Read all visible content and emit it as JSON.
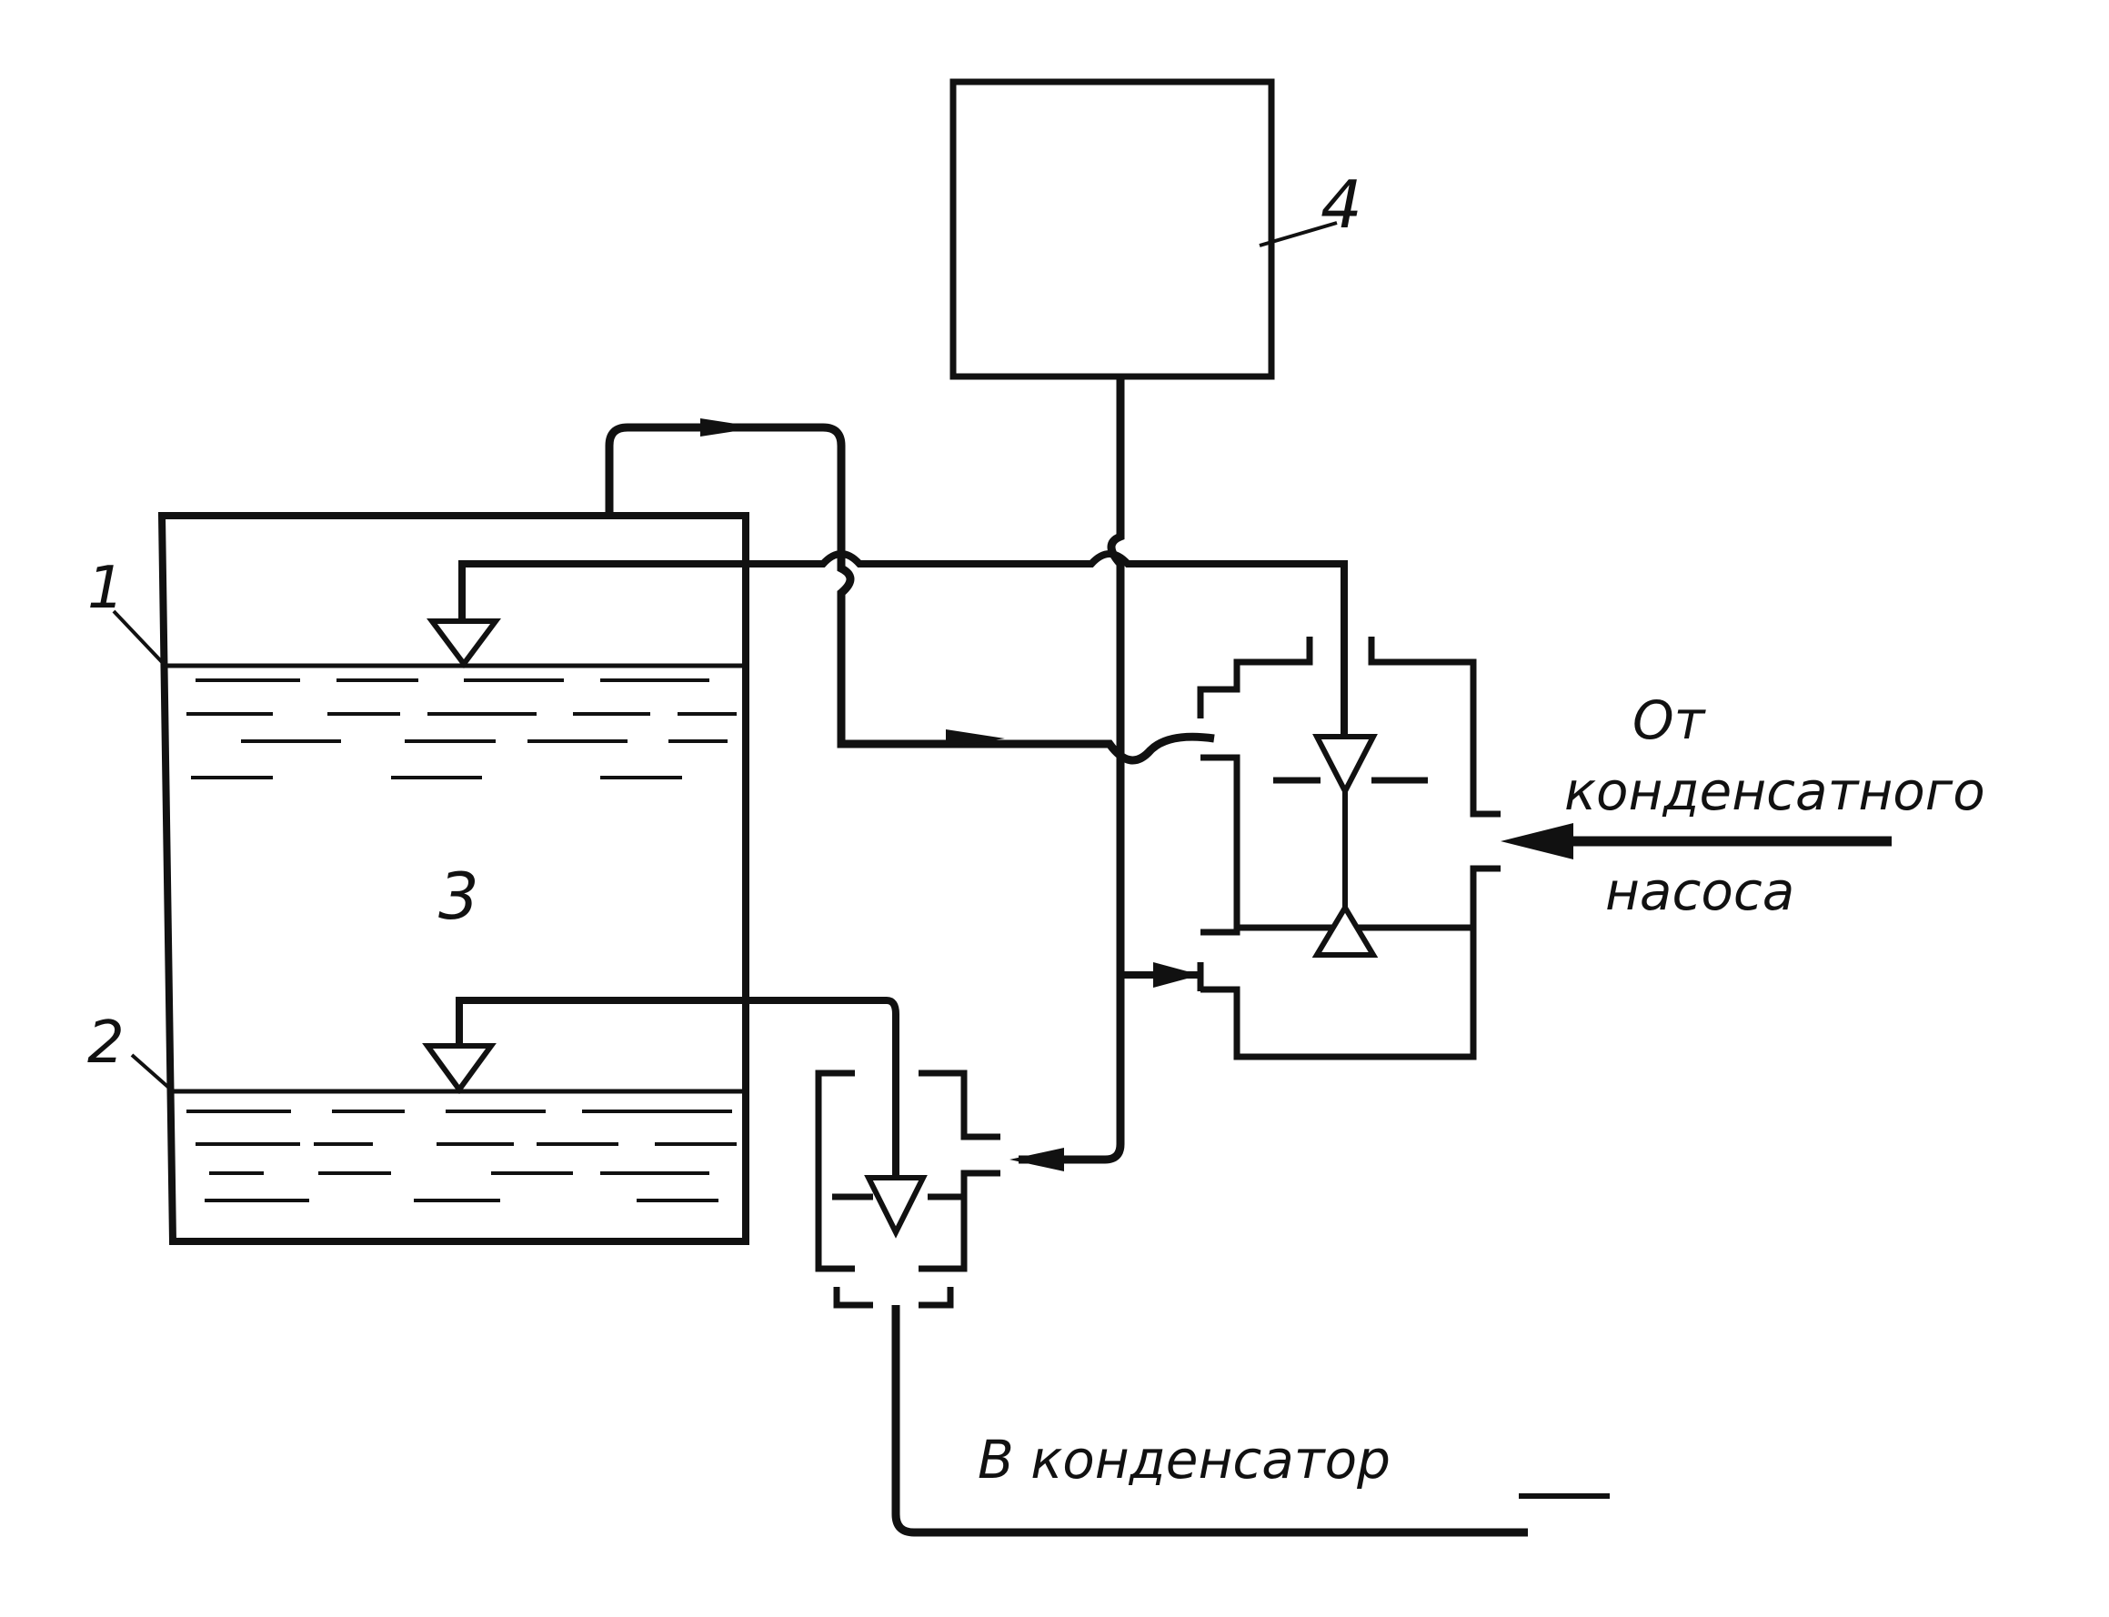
{
  "diagram": {
    "labels": {
      "tank_upper_level": "1",
      "tank_lower_level": "2",
      "tank_volume": "3",
      "controller_box": "4"
    },
    "inflow_label": {
      "line1": "От",
      "line2": "конденсатного",
      "line3": "насоса"
    },
    "outflow_label": "В конденсатор"
  }
}
